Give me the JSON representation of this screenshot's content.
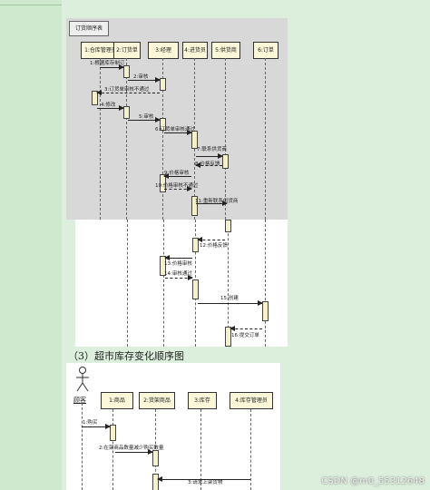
{
  "diagram1": {
    "title": "订货顺序表",
    "lifelines": [
      "1:仓库管理员",
      "2:订货单",
      "3:经理",
      "4:进货员",
      "5:供货商",
      "6:订单"
    ],
    "messages": [
      "1:根据库存制订",
      "2:审核",
      "3:订货单审核不通过",
      "4:修改",
      "5:审核",
      "6:订货单审核通过",
      "7:联系供货商",
      "8:价格反馈",
      "9:价格审核",
      "10:价格审核不通过",
      "11:重新联系供货商"
    ]
  },
  "diagram2": {
    "messages": [
      "12:价格反馈",
      "13:价格审核",
      "14:审核通过",
      "15:创建",
      "16:提交订单"
    ]
  },
  "section": {
    "heading": "（3）超市库存变化顺序图"
  },
  "diagram3": {
    "actor": "顾客",
    "lifelines": [
      "1:商品",
      "2:货架商品",
      "3:库存",
      "4:库存管理员"
    ],
    "messages": [
      "1:购买",
      "2:在架商品数量减少购买数量",
      "3:请求上架货物"
    ]
  },
  "watermark": "CSDN @m0_55312648"
}
